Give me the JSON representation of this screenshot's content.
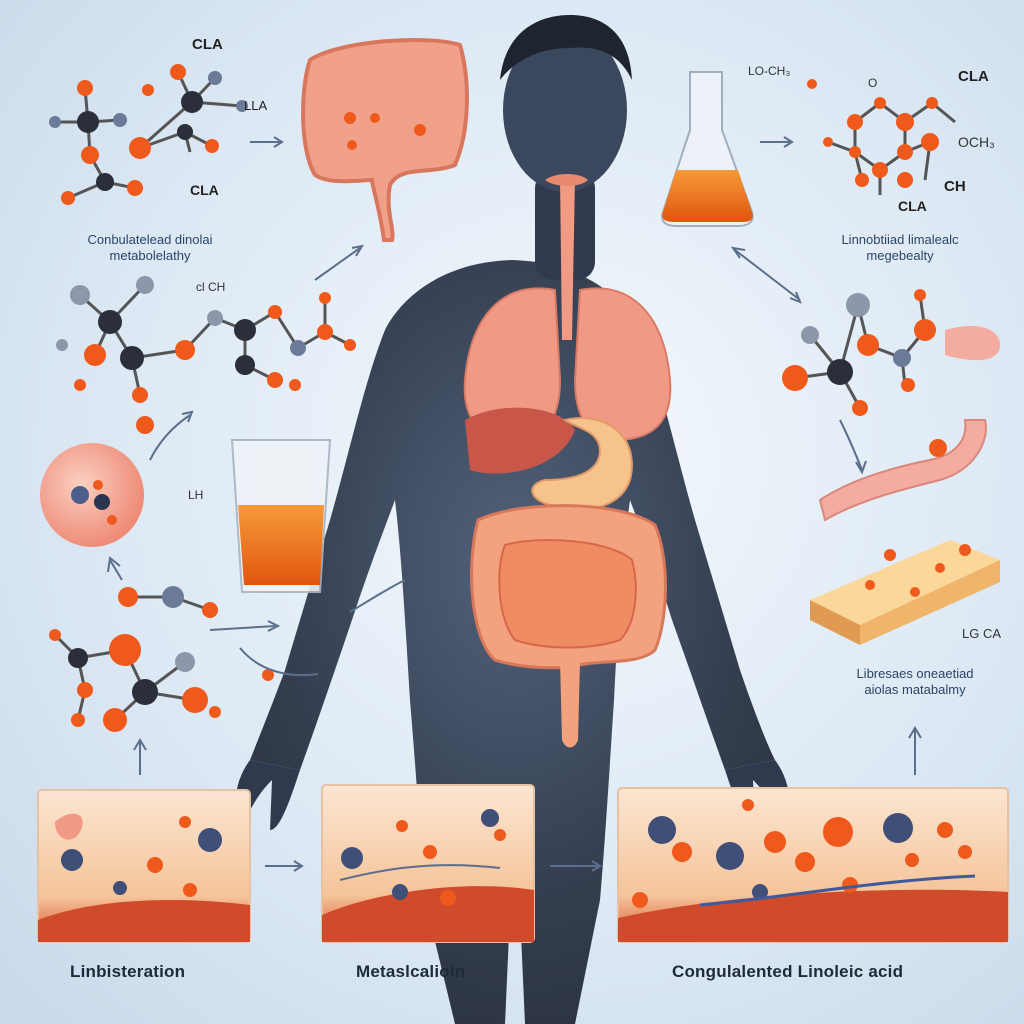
{
  "top_left": {
    "molecule_labels": [
      "CLA",
      "LLA",
      "CLA"
    ],
    "caption_line1": "Conbulatelead dinolai",
    "caption_line2": "metabolelathy"
  },
  "mid_left": {
    "molecule_label": "cl CH",
    "cell_label": "LH"
  },
  "top_right": {
    "labels": [
      "LO-CH₃",
      "O",
      "CLA",
      "OCH₃",
      "CH",
      "CLA"
    ],
    "caption_line1": "Linnobtiiad limalealc",
    "caption_line2": "megebealty"
  },
  "right": {
    "tissue_label": "LG CA",
    "caption_line1": "Libresaes oneaetiad",
    "caption_line2": "aiolas matabalmy"
  },
  "panels": [
    {
      "label": "Linbisteration"
    },
    {
      "label": "Metaslcalioin"
    },
    {
      "label": "Congulalented Linoleic acid"
    }
  ],
  "colors": {
    "orange_atom": "#ef5a1c",
    "dark_atom": "#2a2f3a",
    "steel_atom": "#6b7a96",
    "organ_pink": "#f19a84",
    "silhouette": "#2f3a4e",
    "liquid": "#f07a1e"
  }
}
